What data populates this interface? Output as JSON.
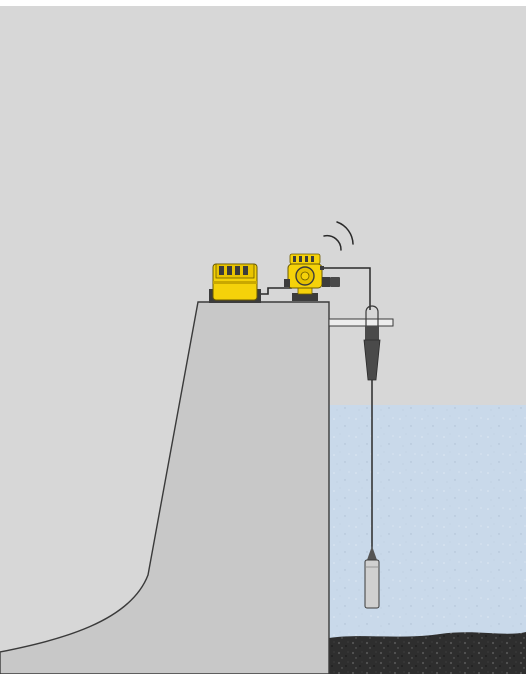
{
  "scene": {
    "description_free": true,
    "colors": {
      "page_background": "#ffffff",
      "sky": "#d7d7d7",
      "dam_fill": "#c8c8c8",
      "dam_outline": "#3a3a3a",
      "water": "#c9d9ea",
      "sediment": "#2b2b2b",
      "device_yellow": "#f5d20a",
      "device_dark": "#3c3c3c",
      "probe_body": "#d0d0d0",
      "cable": "#2a2a2a"
    },
    "icons": {
      "controller_unit": "signal-conditioner-housing",
      "transmitter_unit": "wireless-transmitter-housing",
      "radio_waves": "wireless-signal-icon",
      "cable_clamp": "suspension-clamp",
      "pressure_probe": "submersible-pressure-transducer"
    }
  }
}
